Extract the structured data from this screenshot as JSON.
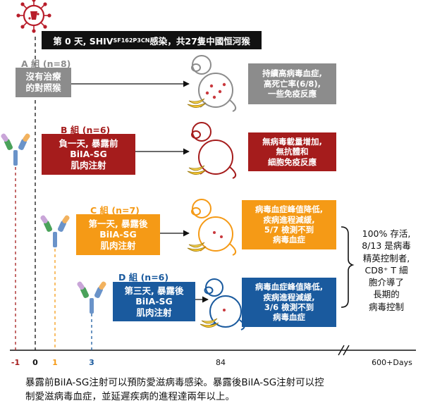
{
  "header": {
    "part_a": "第 0 天, SHIV",
    "part_sub": "SF162P3CN",
    "part_b": " 感染，共27隻中國恒河猴"
  },
  "groups": [
    {
      "name": "A 組",
      "n": "(n=8)",
      "treatment": [
        "沒有治療",
        "的對照猴"
      ],
      "outcome": [
        "持續高病毒血症,",
        "高死亡率(6/8),",
        "一些免疫反應"
      ],
      "color": "#8c8c8c"
    },
    {
      "name": "B 組",
      "n": "(n=6)",
      "treatment": [
        "負一天, 暴露前",
        "BiIA-SG",
        "肌肉注射"
      ],
      "outcome": [
        "無病毒載量增加,",
        "無抗體和",
        "細胞免疫反應"
      ],
      "color": "#a51c1c"
    },
    {
      "name": "C 組",
      "n": "(n=7)",
      "treatment": [
        "第一天, 暴露後",
        "BiIA-SG",
        "肌肉注射"
      ],
      "outcome": [
        "病毒血症峰值降低,",
        "疾病進程減緩,",
        "5/7 檢測不到",
        "病毒血症"
      ],
      "color": "#f59a16"
    },
    {
      "name": "D 組",
      "n": "(n=6)",
      "treatment": [
        "第三天, 暴露後",
        "BiIA-SG",
        "肌肉注射"
      ],
      "outcome": [
        "病毒血症峰值降低,",
        "疾病進程減緩,",
        "3/6 檢測不到",
        "病毒血症"
      ],
      "color": "#1a5a9e"
    }
  ],
  "summary": [
    "100% 存活,",
    "8/13 是病毒",
    "精英控制者,",
    "CD8⁺ T 細",
    "胞介導了",
    "長期的",
    "病毒控制"
  ],
  "timeline": {
    "ticks": [
      "-1",
      "0",
      "1",
      "3",
      "84",
      "600+Days"
    ]
  },
  "caption": [
    "暴露前BiIA-SG注射可以預防愛滋病毒感染。暴露後BiIA-SG注射可以控",
    "制愛滋病毒血症，並延遲疾病的進程達兩年以上。"
  ],
  "colors": {
    "virus": "#b81d2a",
    "gray": "#8c8c8c",
    "red": "#a51c1c",
    "orange": "#f59a16",
    "blue": "#1a5a9e"
  },
  "icons": [
    "virus-icon",
    "antibody-icon",
    "monkey-icon",
    "banana-icon"
  ]
}
